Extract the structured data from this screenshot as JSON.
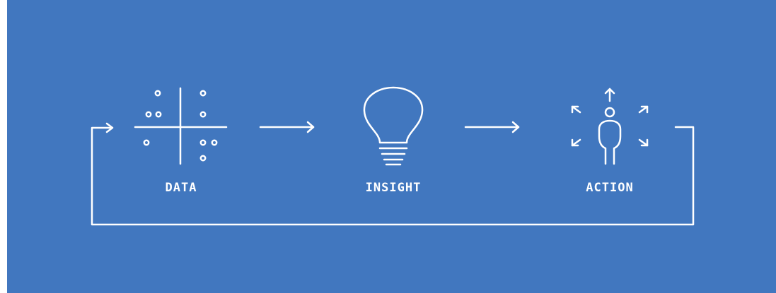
{
  "colors": {
    "background": "#4177bf",
    "foreground": "#ffffff"
  },
  "steps": [
    {
      "id": "data",
      "label": "DATA",
      "icon": "data-scatter-icon"
    },
    {
      "id": "insight",
      "label": "INSIGHT",
      "icon": "lightbulb-icon"
    },
    {
      "id": "action",
      "label": "ACTION",
      "icon": "person-action-icon"
    }
  ],
  "connectors": [
    {
      "from": "data",
      "to": "insight",
      "icon": "arrow-right-icon"
    },
    {
      "from": "insight",
      "to": "action",
      "icon": "arrow-right-icon"
    },
    {
      "from": "action",
      "to": "data",
      "icon": "feedback-loop-icon"
    }
  ]
}
